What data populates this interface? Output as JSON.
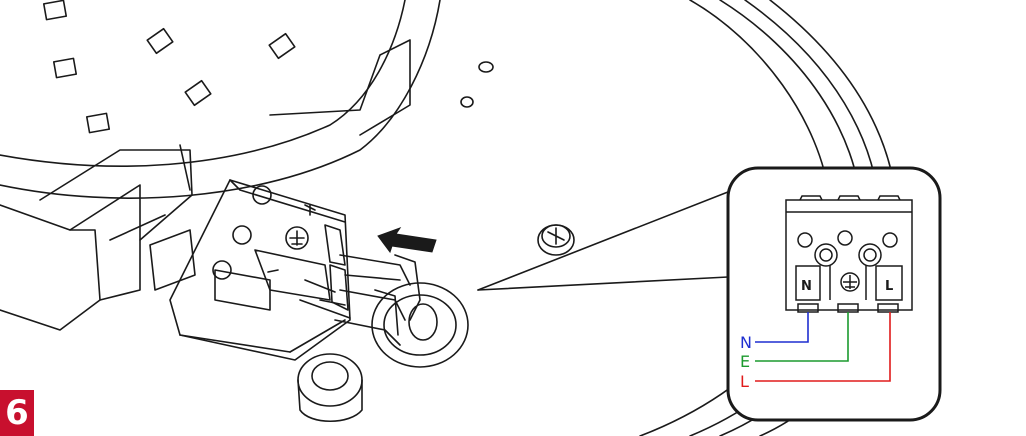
{
  "step": {
    "number": "6",
    "badge_color": "#c8102e"
  },
  "terminal_labels": {
    "left": "N",
    "center_symbol": "earth-ground-symbol",
    "right": "L"
  },
  "wires": [
    {
      "label": "N",
      "color": "#1f2fd0"
    },
    {
      "label": "E",
      "color": "#1c9a2e"
    },
    {
      "label": "L",
      "color": "#e01b1b"
    }
  ],
  "arrow_icon": "insert-direction-arrow"
}
